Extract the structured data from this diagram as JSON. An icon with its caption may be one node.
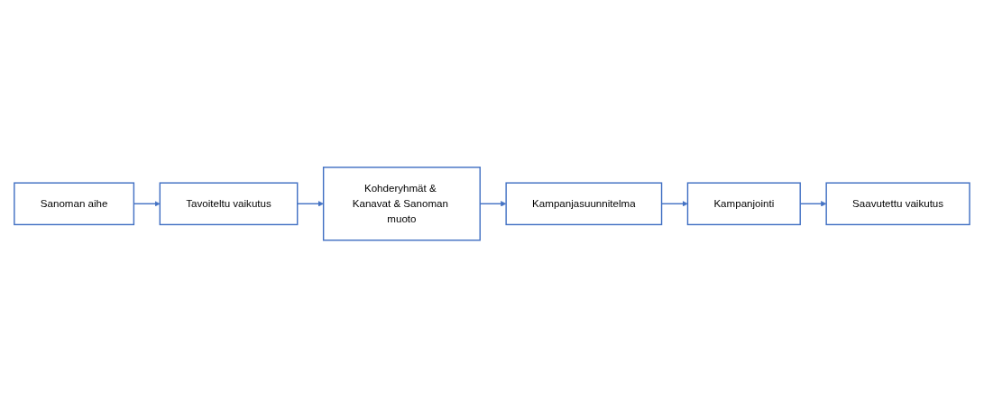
{
  "diagram": {
    "nodes": [
      {
        "text": [
          "Sanoman aihe"
        ]
      },
      {
        "text": [
          "Tavoiteltu vaikutus"
        ]
      },
      {
        "text": [
          "Kohderyhmät & Kanavat & Sanoman muoto"
        ]
      },
      {
        "text": [
          "Kampanjasuunnitelma"
        ]
      },
      {
        "text": [
          "Kampanjointi"
        ]
      },
      {
        "text": [
          "Saavutettu vaikutus"
        ]
      }
    ],
    "edges": [
      {
        "from": 0,
        "to": 1,
        "arrow": "to"
      },
      {
        "from": 1,
        "to": 2,
        "arrow": "to"
      },
      {
        "from": 2,
        "to": 3,
        "arrow": "to"
      },
      {
        "from": 3,
        "to": 4,
        "arrow": "to"
      },
      {
        "from": 4,
        "to": 5,
        "arrow": "to"
      }
    ]
  }
}
